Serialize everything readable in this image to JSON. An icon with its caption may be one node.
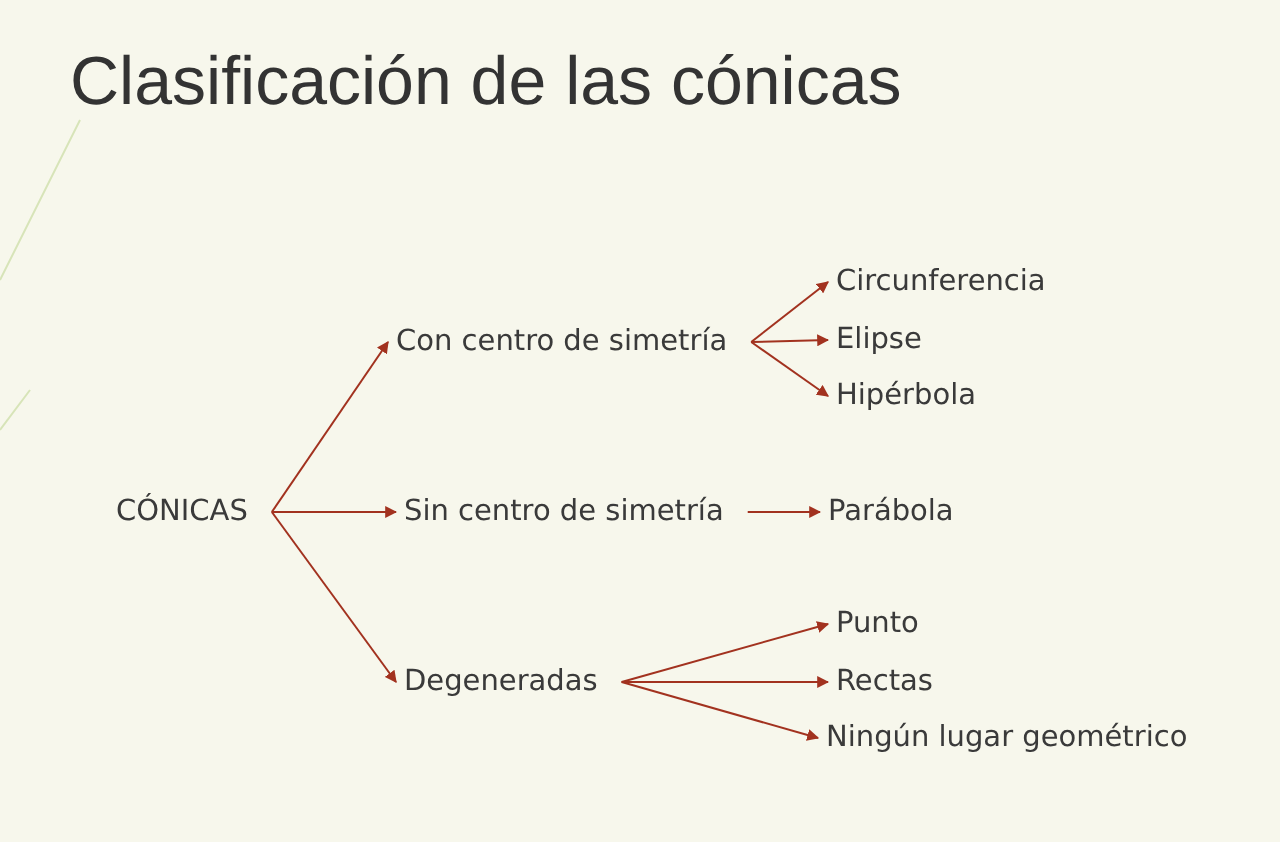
{
  "diagram": {
    "title": "Clasificación de las cónicas",
    "nodes": [
      {
        "text": [
          "CÓNICAS"
        ]
      },
      {
        "text": [
          "Con centro de simetría"
        ]
      },
      {
        "text": [
          "Sin centro de simetría"
        ]
      },
      {
        "text": [
          "Degeneradas"
        ]
      },
      {
        "text": [
          "Circunferencia"
        ]
      },
      {
        "text": [
          "Elipse"
        ]
      },
      {
        "text": [
          "Hipérbola"
        ]
      },
      {
        "text": [
          "Parábola"
        ]
      },
      {
        "text": [
          "Punto"
        ]
      },
      {
        "text": [
          "Rectas"
        ]
      },
      {
        "text": [
          "Ningún lugar geométrico"
        ]
      }
    ],
    "edges": [
      {
        "from": 0,
        "to": 1,
        "arrow": "to"
      },
      {
        "from": 0,
        "to": 2,
        "arrow": "to"
      },
      {
        "from": 0,
        "to": 3,
        "arrow": "to"
      },
      {
        "from": 1,
        "to": 4,
        "arrow": "to"
      },
      {
        "from": 1,
        "to": 5,
        "arrow": "to"
      },
      {
        "from": 1,
        "to": 6,
        "arrow": "to"
      },
      {
        "from": 2,
        "to": 7,
        "arrow": "to"
      },
      {
        "from": 3,
        "to": 8,
        "arrow": "to"
      },
      {
        "from": 3,
        "to": 9,
        "arrow": "to"
      },
      {
        "from": 3,
        "to": 10,
        "arrow": "to"
      }
    ]
  }
}
